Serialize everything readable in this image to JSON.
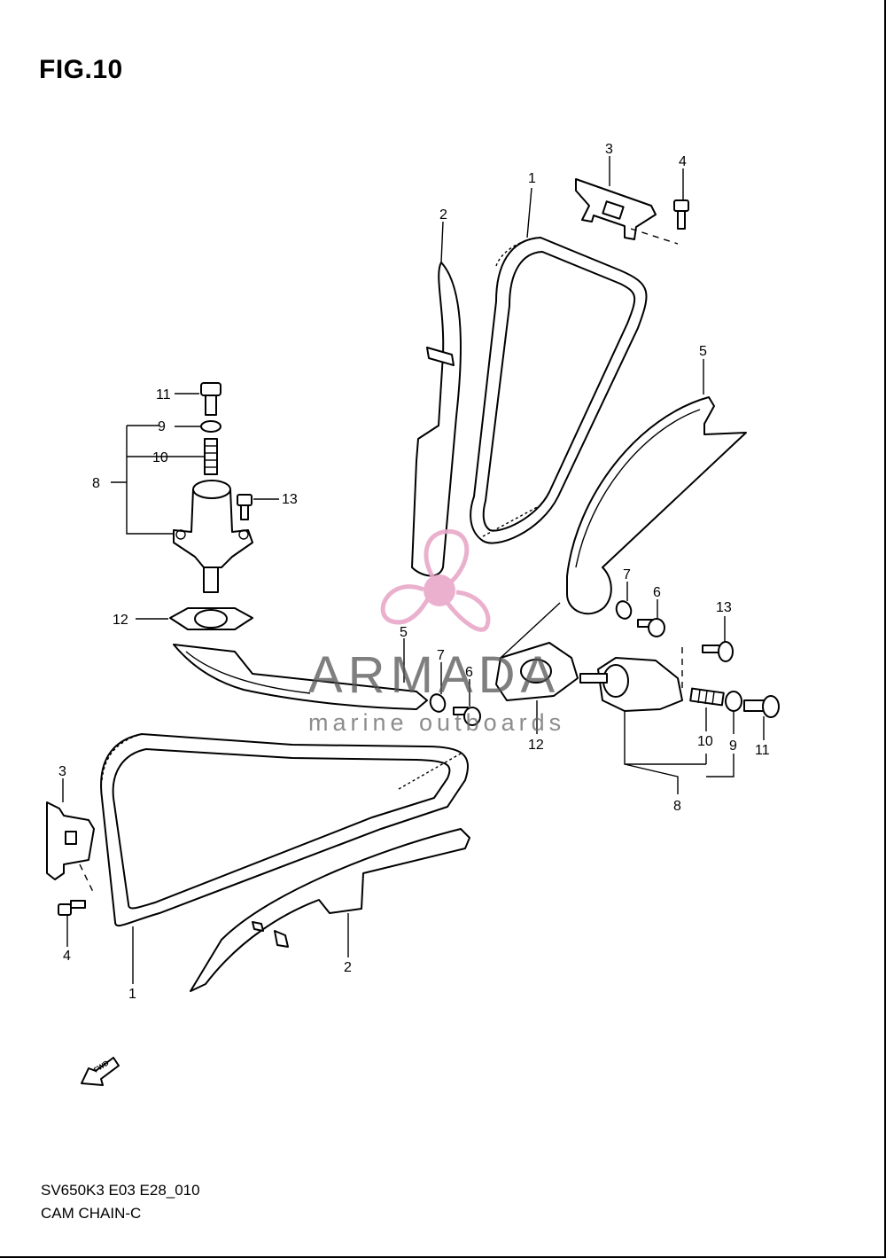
{
  "figure": {
    "title": "FIG.10"
  },
  "diagram_code": "SV650K3 E03 E28_010",
  "caption": "CAM CHAIN-C",
  "direction_arrow": "FWD",
  "watermark": {
    "name": "ARMADA",
    "subtitle": "marine outboards",
    "color": "#e8a8c8"
  },
  "callouts": {
    "chain_front": "1",
    "guide_front": "2",
    "guide_plate_front": "3",
    "bolt_front": "4",
    "tensioner_front": "5",
    "chain_rear": "1",
    "guide_rear": "2",
    "guide_plate_rear": "3",
    "bolt_rear": "4",
    "tensioner_rear": "5",
    "washer_7_right": "7",
    "bolt_6_right": "6",
    "washer_7_mid": "7",
    "bolt_6_mid": "6",
    "adjuster_left": "8",
    "washer_left": "9",
    "spring_left": "10",
    "bolt_11_left": "11",
    "gasket_left": "12",
    "bolt_13_left": "13",
    "gasket_right": "12",
    "bolt_13_right": "13",
    "spring_right": "10",
    "washer_right": "9",
    "bolt_11_right": "11",
    "adjuster_right": "8"
  }
}
